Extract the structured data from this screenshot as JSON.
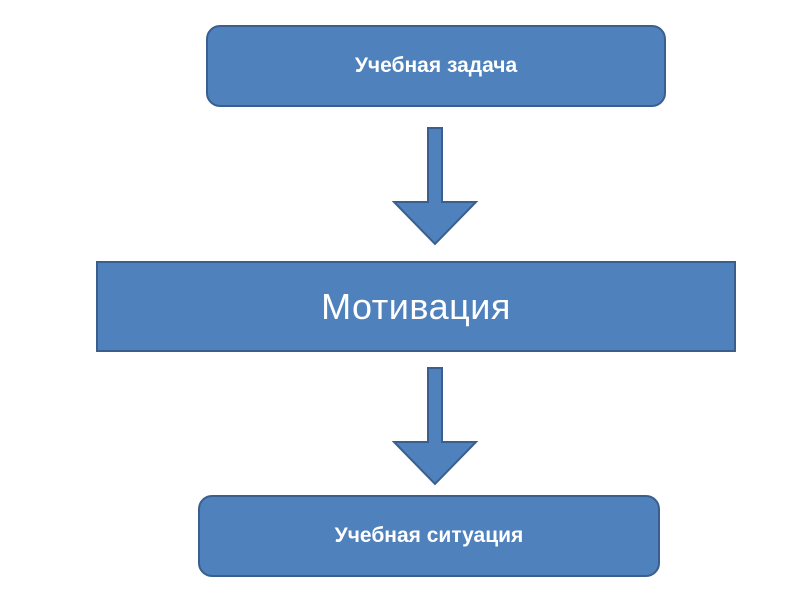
{
  "diagram": {
    "nodes": {
      "top": {
        "label": "Учебная задача"
      },
      "middle": {
        "label": "Мотивация"
      },
      "bottom": {
        "label": "Учебная ситуация"
      }
    },
    "edges": [
      {
        "from": "top",
        "to": "middle"
      },
      {
        "from": "middle",
        "to": "bottom"
      }
    ],
    "colors": {
      "fill": "#4f81bd",
      "stroke": "#3a5f8f",
      "text": "#ffffff"
    }
  }
}
